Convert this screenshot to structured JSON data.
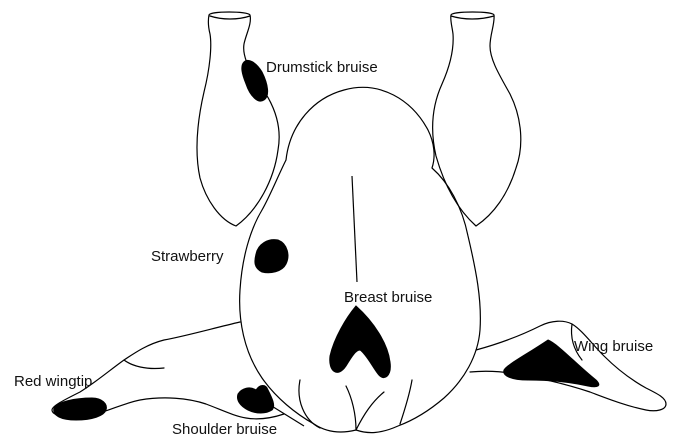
{
  "labels": {
    "drumstick_bruise": "Drumstick bruise",
    "strawberry": "Strawberry",
    "breast_bruise": "Breast bruise",
    "wing_bruise": "Wing bruise",
    "red_wingtip": "Red wingtip",
    "shoulder_bruise": "Shoulder bruise"
  },
  "colors": {
    "outline": "#000000",
    "bruise": "#000000",
    "background": "#ffffff"
  }
}
